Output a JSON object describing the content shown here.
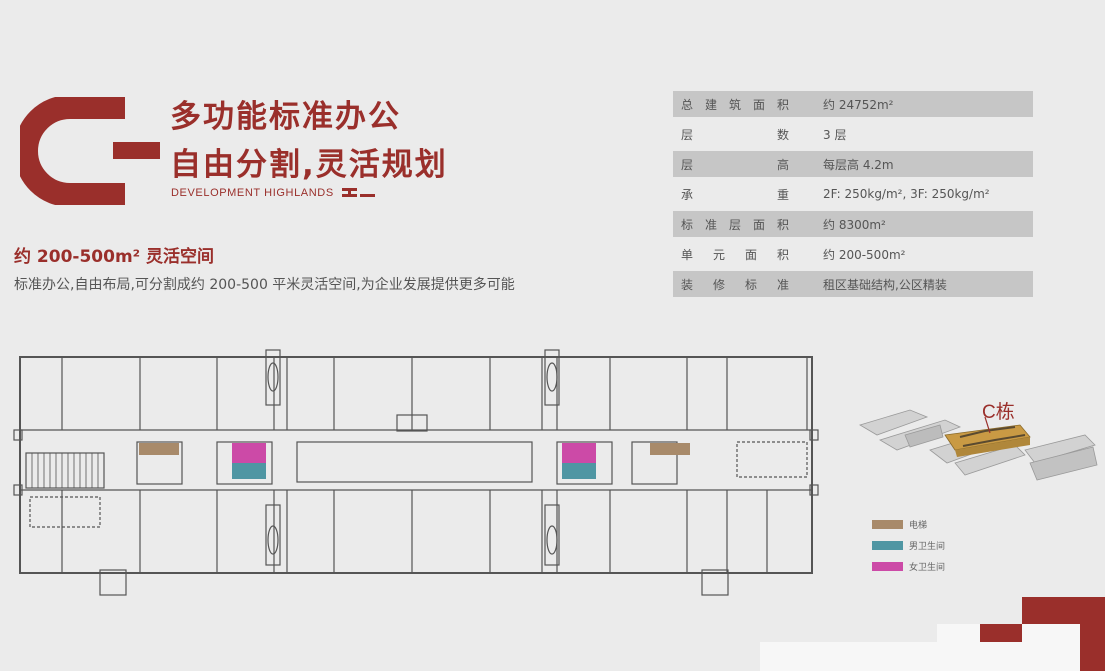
{
  "brand": {
    "letter": "C",
    "headline_line1": "多功能标准办公",
    "headline_line2": "自由分割,灵活规划",
    "tagline": "DEVELOPMENT HIGHLANDS"
  },
  "intro": {
    "subtitle": "约 200-500m² 灵活空间",
    "description": "标准办公,自由布局,可分割成约 200-500 平米灵活空间,为企业发展提供更多可能"
  },
  "specs": [
    {
      "label": "总建筑面积",
      "value": "约 24752m²"
    },
    {
      "label": "层数",
      "value": "3 层"
    },
    {
      "label": "层高",
      "value": "每层高 4.2m"
    },
    {
      "label": "承重",
      "value": "2F: 250kg/m², 3F: 250kg/m²"
    },
    {
      "label": "标准层面积",
      "value": "约 8300m²"
    },
    {
      "label": "单元面积",
      "value": "约 200-500m²"
    },
    {
      "label": "装修标准",
      "value": "租区基础结构,公区精装"
    }
  ],
  "aerial": {
    "building_label": "C栋"
  },
  "legend": [
    {
      "label": "电梯",
      "color": "#a88a6a"
    },
    {
      "label": "男卫生间",
      "color": "#4f96a3"
    },
    {
      "label": "女卫生间",
      "color": "#cc4aa7"
    }
  ],
  "colors": {
    "brand": "#9a2f2b",
    "background": "#ebebeb",
    "spec_shade": "#c6c6c6"
  }
}
